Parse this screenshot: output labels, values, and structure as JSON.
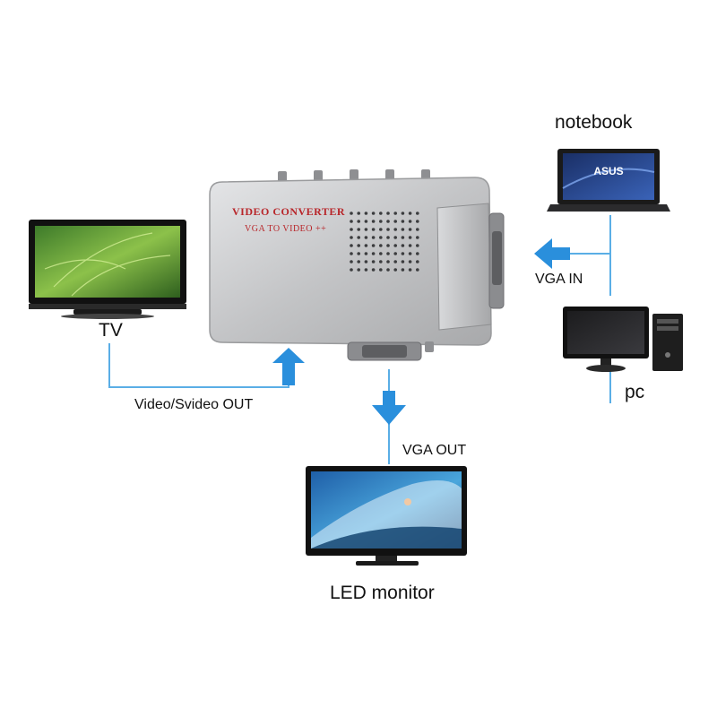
{
  "labels": {
    "notebook": "notebook",
    "pc": "pc",
    "tv": "TV",
    "led_monitor": "LED monitor",
    "vga_in": "VGA IN",
    "vga_out": "VGA OUT",
    "video_out": "Video/Svideo OUT"
  },
  "device": {
    "title": "VIDEO CONVERTER",
    "subtitle": "VGA TO VIDEO ++"
  },
  "notebook_brand": "ASUS",
  "colors": {
    "connector_line": "#5aaee6",
    "arrow": "#2a8fdc",
    "device_title": "#b8262a",
    "device_body": "#c8c9cb"
  }
}
